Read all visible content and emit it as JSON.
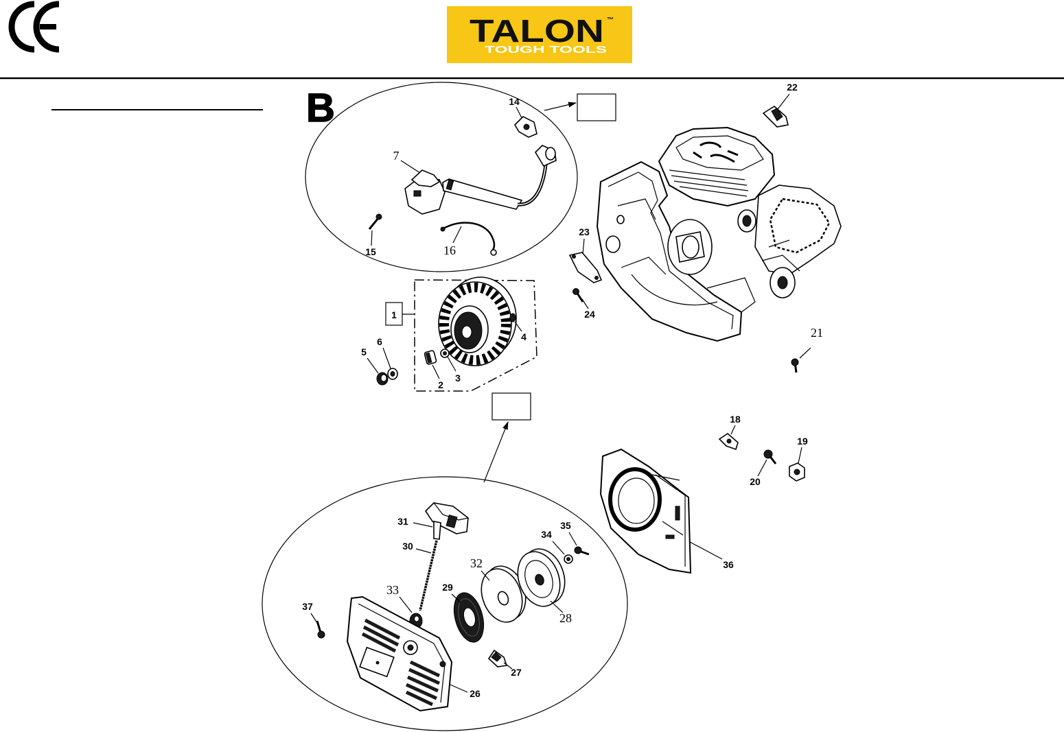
{
  "ce_mark": "CE",
  "logo": {
    "brand": "TALON",
    "trademark": "™",
    "tagline": "TOUGH TOOLS",
    "background_color": "#f7c616",
    "brand_color": "#111111",
    "tagline_color": "#ffffff"
  },
  "section_letter": "B",
  "callouts": {
    "p1": "1",
    "p2": "2",
    "p3": "3",
    "p4": "4",
    "p5": "5",
    "p6": "6",
    "p7": "7",
    "p14": "14",
    "p15": "15",
    "p16": "16",
    "p18": "18",
    "p19": "19",
    "p20": "20",
    "p21": "21",
    "p22": "22",
    "p23": "23",
    "p24": "24",
    "p26": "26",
    "p27": "27",
    "p28": "28",
    "p29": "29",
    "p30": "30",
    "p31": "31",
    "p32": "32",
    "p33": "33",
    "p34": "34",
    "p35": "35",
    "p36": "36",
    "p37": "37"
  }
}
